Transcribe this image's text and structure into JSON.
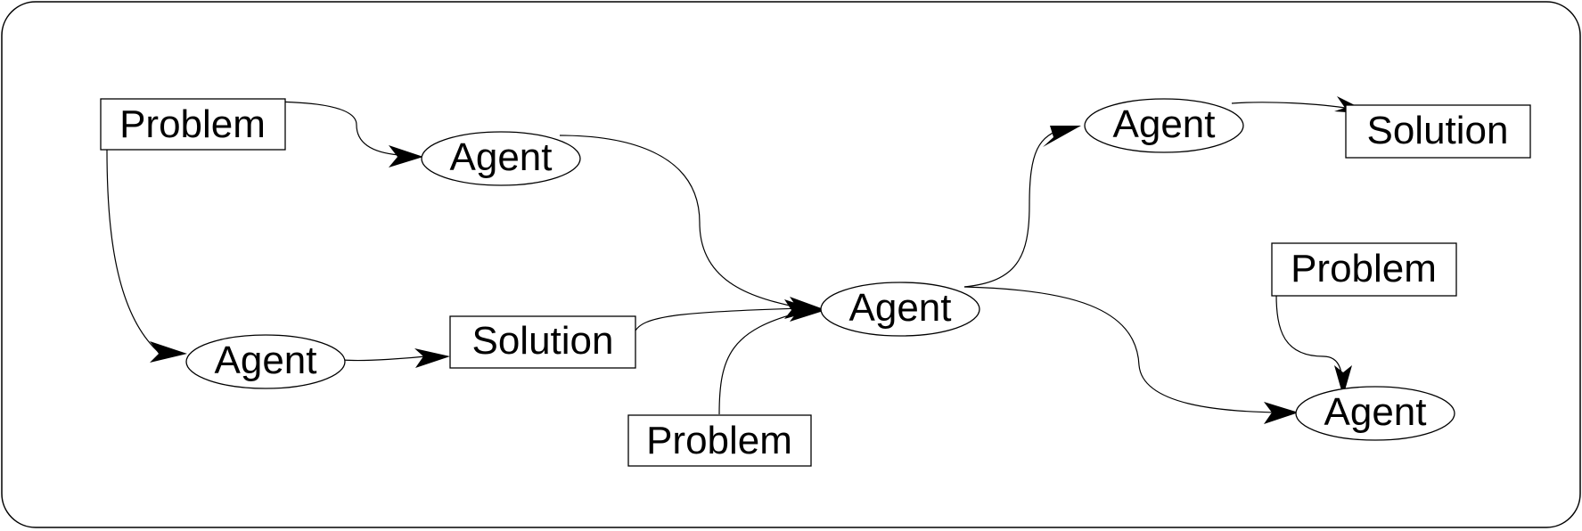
{
  "diagram": {
    "nodes": {
      "problem_top_left": {
        "label": "Problem",
        "shape": "rectangle"
      },
      "agent_top": {
        "label": "Agent",
        "shape": "ellipse"
      },
      "agent_bottom_left": {
        "label": "Agent",
        "shape": "ellipse"
      },
      "solution_middle": {
        "label": "Solution",
        "shape": "rectangle"
      },
      "problem_bottom": {
        "label": "Problem",
        "shape": "rectangle"
      },
      "agent_center": {
        "label": "Agent",
        "shape": "ellipse"
      },
      "agent_top_right": {
        "label": "Agent",
        "shape": "ellipse"
      },
      "solution_top_right": {
        "label": "Solution",
        "shape": "rectangle"
      },
      "problem_right": {
        "label": "Problem",
        "shape": "rectangle"
      },
      "agent_bottom_right": {
        "label": "Agent",
        "shape": "ellipse"
      }
    },
    "edges": [
      {
        "from": "problem_top_left",
        "to": "agent_top"
      },
      {
        "from": "problem_top_left",
        "to": "agent_bottom_left"
      },
      {
        "from": "agent_bottom_left",
        "to": "solution_middle"
      },
      {
        "from": "agent_top",
        "to": "agent_center"
      },
      {
        "from": "solution_middle",
        "to": "agent_center"
      },
      {
        "from": "problem_bottom",
        "to": "agent_center"
      },
      {
        "from": "agent_center",
        "to": "agent_top_right"
      },
      {
        "from": "agent_top_right",
        "to": "solution_top_right"
      },
      {
        "from": "agent_center",
        "to": "agent_bottom_right"
      },
      {
        "from": "problem_right",
        "to": "agent_bottom_right"
      }
    ]
  }
}
